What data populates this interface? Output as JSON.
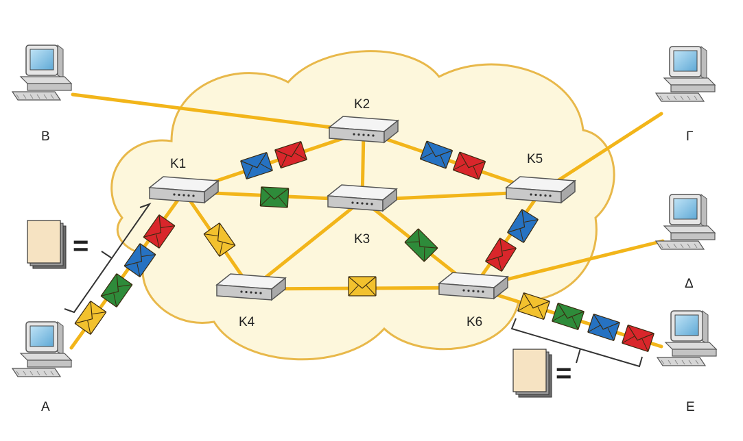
{
  "colors": {
    "cloud_fill": "#FDF7DC",
    "cloud_stroke": "#E8B84A",
    "link": "#F2B51A",
    "router_top": "#F4F4F4",
    "router_side": "#C9C9C9",
    "packet_red": "#D9262B",
    "packet_blue": "#2672C2",
    "packet_green": "#2E8B3A",
    "packet_yellow": "#F2C12E",
    "message_paper": "#F6E3C2"
  },
  "routers": [
    {
      "id": "K1",
      "label": "K1"
    },
    {
      "id": "K2",
      "label": "K2"
    },
    {
      "id": "K3",
      "label": "K3"
    },
    {
      "id": "K4",
      "label": "K4"
    },
    {
      "id": "K5",
      "label": "K5"
    },
    {
      "id": "K6",
      "label": "K6"
    }
  ],
  "computers": [
    {
      "id": "A",
      "label": "A"
    },
    {
      "id": "B",
      "label": "B"
    },
    {
      "id": "G",
      "label": "Γ"
    },
    {
      "id": "D",
      "label": "Δ"
    },
    {
      "id": "E",
      "label": "E"
    }
  ],
  "links": [
    [
      "B",
      "K2"
    ],
    [
      "K1",
      "K2"
    ],
    [
      "K2",
      "K5"
    ],
    [
      "K2",
      "K3"
    ],
    [
      "K1",
      "K3"
    ],
    [
      "K3",
      "K5"
    ],
    [
      "K1",
      "K4"
    ],
    [
      "K4",
      "K3"
    ],
    [
      "K4",
      "K6"
    ],
    [
      "K3",
      "K6"
    ],
    [
      "K5",
      "K6"
    ],
    [
      "K5",
      "G"
    ],
    [
      "K6",
      "D"
    ],
    [
      "K6",
      "E"
    ],
    [
      "A",
      "K1"
    ]
  ],
  "packets": [
    {
      "color": "blue",
      "link": [
        "K1",
        "K2"
      ]
    },
    {
      "color": "red",
      "link": [
        "K1",
        "K2"
      ]
    },
    {
      "color": "blue",
      "link": [
        "K2",
        "K5"
      ]
    },
    {
      "color": "red",
      "link": [
        "K2",
        "K5"
      ]
    },
    {
      "color": "green",
      "link": [
        "K1",
        "K3"
      ]
    },
    {
      "color": "yellow",
      "link": [
        "K1",
        "K4"
      ]
    },
    {
      "color": "green",
      "link": [
        "K3",
        "K6"
      ]
    },
    {
      "color": "yellow",
      "link": [
        "K4",
        "K6"
      ]
    },
    {
      "color": "blue",
      "link": [
        "K5",
        "K6"
      ]
    },
    {
      "color": "red",
      "link": [
        "K5",
        "K6"
      ]
    },
    {
      "color": "red",
      "link": [
        "A",
        "K1"
      ]
    },
    {
      "color": "blue",
      "link": [
        "A",
        "K1"
      ]
    },
    {
      "color": "green",
      "link": [
        "A",
        "K1"
      ]
    },
    {
      "color": "yellow",
      "link": [
        "A",
        "K1"
      ]
    },
    {
      "color": "yellow",
      "link": [
        "K6",
        "E"
      ]
    },
    {
      "color": "green",
      "link": [
        "K6",
        "E"
      ]
    },
    {
      "color": "blue",
      "link": [
        "K6",
        "E"
      ]
    },
    {
      "color": "red",
      "link": [
        "K6",
        "E"
      ]
    }
  ],
  "messages": [
    {
      "id": "message-A",
      "equals": "="
    },
    {
      "id": "message-E",
      "equals": "="
    }
  ]
}
